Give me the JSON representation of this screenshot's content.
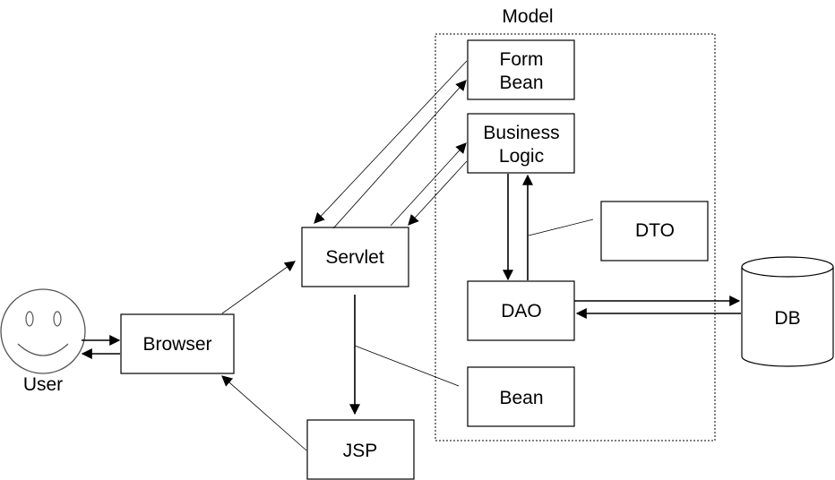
{
  "diagram": {
    "model_label": "Model",
    "user_label": "User",
    "nodes": {
      "browser": "Browser",
      "servlet": "Servlet",
      "jsp": "JSP",
      "form_bean_line1": "Form",
      "form_bean_line2": "Bean",
      "business_logic_line1": "Business",
      "business_logic_line2": "Logic",
      "dto": "DTO",
      "dao": "DAO",
      "bean": "Bean",
      "db": "DB"
    }
  }
}
